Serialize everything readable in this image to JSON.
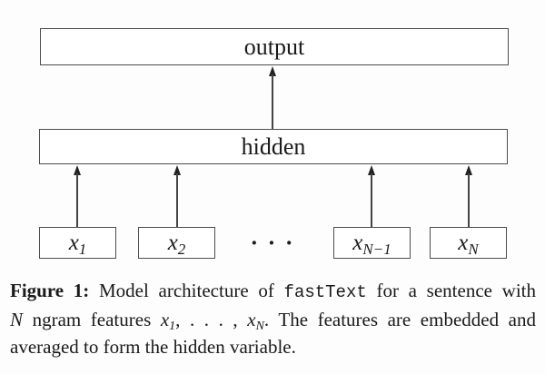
{
  "colors": {
    "line_color": "#444444",
    "border_color": "#4d4d4d",
    "text_color": "#1a1a1a",
    "background": "#fdfdfd"
  },
  "diagram": {
    "output_label": "output",
    "hidden_label": "hidden",
    "ellipsis": "· · ·",
    "inputs": [
      {
        "base": "x",
        "sub": "1"
      },
      {
        "base": "x",
        "sub": "2"
      },
      {
        "base": "x",
        "sub": "N−1"
      },
      {
        "base": "x",
        "sub": "N"
      }
    ]
  },
  "caption": {
    "lines": [
      {
        "segments": {
          "s0": "Figure 1:",
          "s1": " Model architecture of ",
          "s2": "fastText",
          "s3": " for a sentence with"
        }
      },
      {
        "segments": {
          "s0": "N",
          "s1": " ngram features ",
          "s2": "x",
          "s3": "1",
          "s4": ", . . . , ",
          "s5": "x",
          "s6": "N",
          "s7": ". The features are embedded and"
        }
      },
      {
        "segments": {
          "s0": "averaged to form the hidden variable."
        }
      }
    ]
  }
}
